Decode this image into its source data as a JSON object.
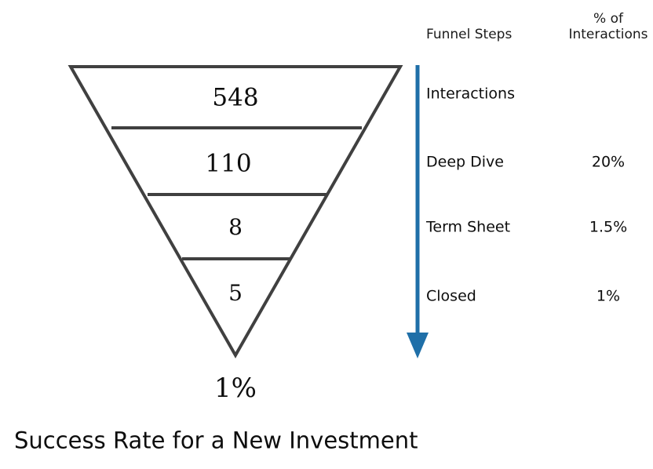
{
  "chart_data": {
    "type": "funnel",
    "title": "Success Rate for a New Investment",
    "summary_rate": "1%",
    "columns": {
      "steps_header": "Funnel Steps",
      "pct_header_line1": "% of",
      "pct_header_line2": "Interactions"
    },
    "categories": [
      "Interactions",
      "Deep Dive",
      "Term Sheet",
      "Closed"
    ],
    "values": [
      548,
      110,
      8,
      5
    ],
    "value_labels": [
      "548",
      "110",
      "8",
      "5"
    ],
    "pct_of_interactions": [
      null,
      20,
      1.5,
      1
    ],
    "pct_labels": [
      "",
      "20%",
      "1.5%",
      "1%"
    ],
    "stages": [
      {
        "label": "Interactions",
        "value": "548",
        "pct": ""
      },
      {
        "label": "Deep Dive",
        "value": "110",
        "pct": "20%"
      },
      {
        "label": "Term Sheet",
        "value": "8",
        "pct": "1.5%"
      },
      {
        "label": "Closed",
        "value": "5",
        "pct": "1%"
      }
    ],
    "annotations": {
      "flow_arrow": "down-arrow-icon"
    },
    "colors": {
      "funnel_outline": "#404040",
      "arrow": "#1F6FA8",
      "text": "#0d0d0d",
      "background": "#ffffff"
    }
  }
}
